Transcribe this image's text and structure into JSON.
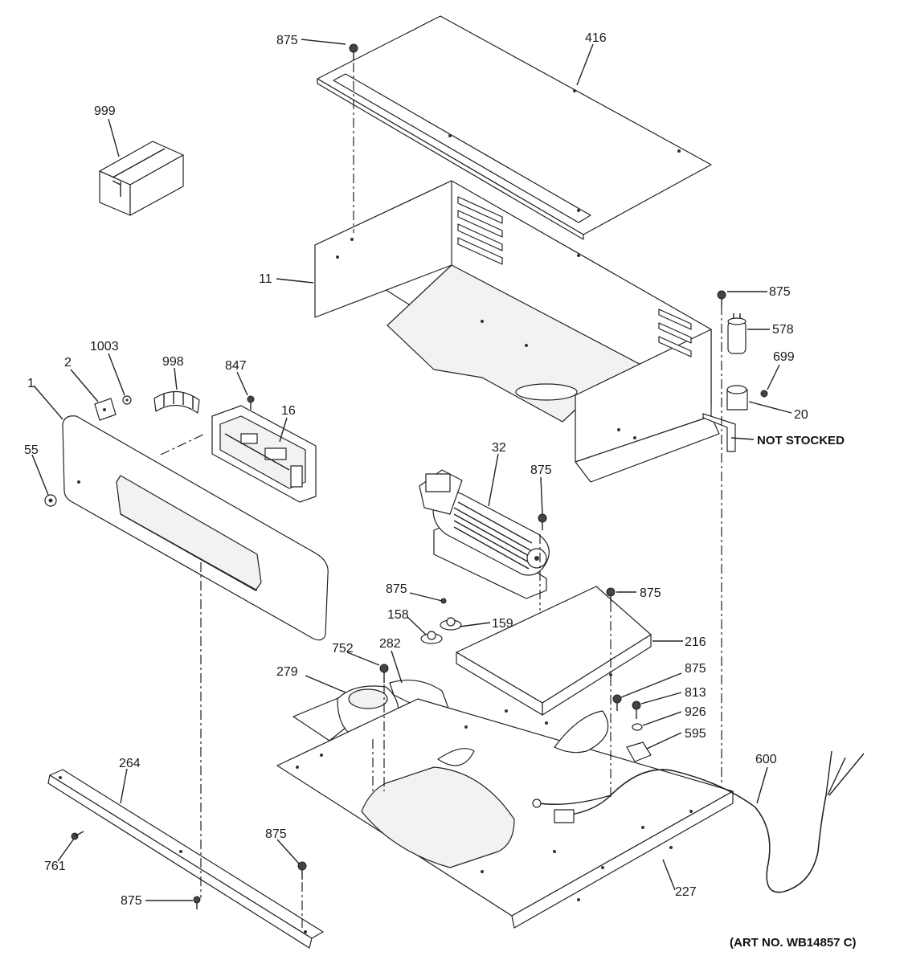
{
  "diagram": {
    "art_number": "(ART NO. WB14857 C)",
    "not_stocked_label": "NOT STOCKED",
    "part_labels": {
      "p999": "999",
      "p875_top": "875",
      "p416": "416",
      "p11": "11",
      "p875_r": "875",
      "p578": "578",
      "p699": "699",
      "p20": "20",
      "p1003": "1003",
      "p998": "998",
      "p847": "847",
      "p2": "2",
      "p1": "1",
      "p16": "16",
      "p55": "55",
      "p32": "32",
      "p875_fan": "875",
      "p875_mid": "875",
      "p158": "158",
      "p159": "159",
      "p875_dr": "875",
      "p216": "216",
      "p752": "752",
      "p282": "282",
      "p279": "279",
      "p875_b": "875",
      "p813": "813",
      "p926": "926",
      "p595": "595",
      "p600": "600",
      "p264": "264",
      "p761": "761",
      "p875_bl": "875",
      "p875_bot": "875",
      "p227": "227"
    }
  }
}
